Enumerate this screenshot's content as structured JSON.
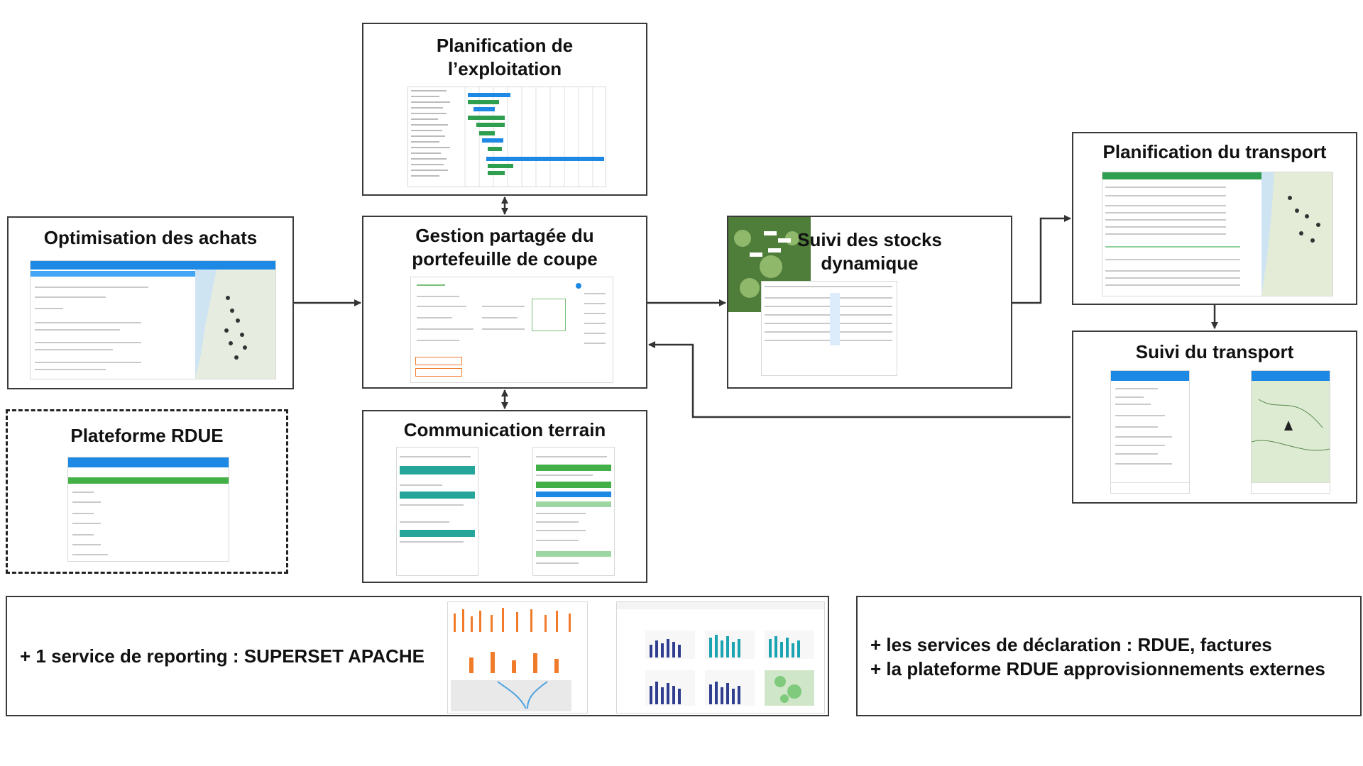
{
  "boxes": {
    "planification_exploitation": "Planification de\nl’exploitation",
    "gestion_portefeuille": "Gestion partagée du\nportefeuille de coupe",
    "optimisation_achats": "Optimisation des achats",
    "suivi_stocks": "Suivi des stocks\ndynamique",
    "planification_transport": "Planification du transport",
    "suivi_transport": "Suivi du transport",
    "plateforme_rdue": "Plateforme RDUE",
    "communication_terrain": "Communication terrain"
  },
  "notes": {
    "reporting": "+ 1 service de reporting : SUPERSET APACHE",
    "declaration": "+ les services de déclaration : RDUE, factures\n+ la plateforme RDUE approvisionnements externes"
  },
  "colors": {
    "border": "#3a3a3a",
    "arrow": "#333333",
    "ui_blue": "#1e88e5",
    "ui_green": "#2e9e4f",
    "map_green": "#4f7d3a",
    "chart_orange": "#f07c2b",
    "chart_teal": "#1aa3b0"
  }
}
